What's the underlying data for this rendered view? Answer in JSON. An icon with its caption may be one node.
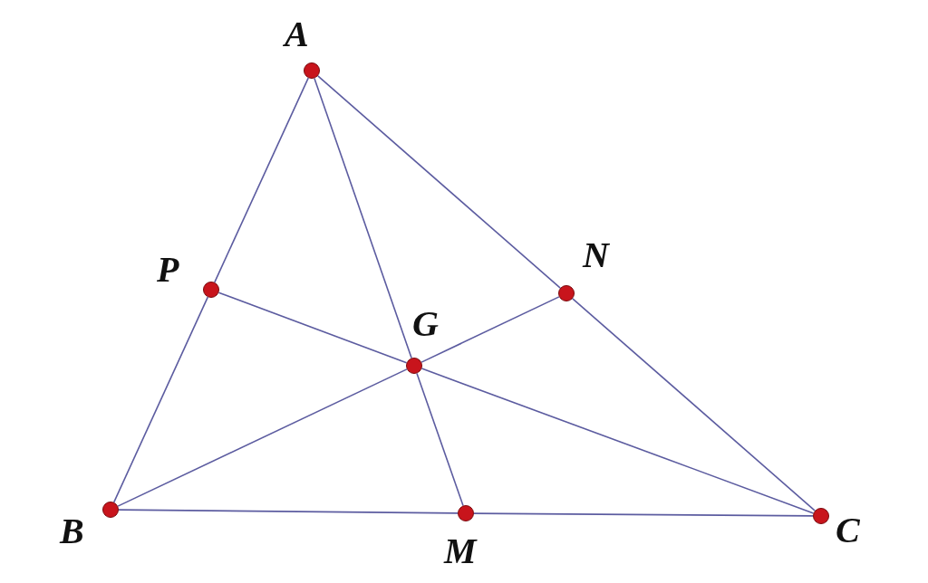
{
  "diagram": {
    "nodes": [
      {
        "text": [
          "A"
        ]
      },
      {
        "text": [
          "P"
        ]
      },
      {
        "text": [
          "N"
        ]
      },
      {
        "text": [
          "G"
        ]
      },
      {
        "text": [
          "B"
        ]
      },
      {
        "text": [
          "M"
        ]
      },
      {
        "text": [
          "C"
        ]
      }
    ],
    "edges": [
      {
        "from": 0,
        "to": 1,
        "arrow": "none"
      },
      {
        "from": 1,
        "to": 4,
        "arrow": "none"
      },
      {
        "from": 4,
        "to": 5,
        "arrow": "none"
      },
      {
        "from": 5,
        "to": 6,
        "arrow": "none"
      },
      {
        "from": 6,
        "to": 2,
        "arrow": "none"
      },
      {
        "from": 2,
        "to": 0,
        "arrow": "none"
      },
      {
        "from": 0,
        "to": 3,
        "arrow": "none"
      },
      {
        "from": 3,
        "to": 5,
        "arrow": "none"
      },
      {
        "from": 4,
        "to": 3,
        "arrow": "none"
      },
      {
        "from": 3,
        "to": 2,
        "arrow": "none"
      },
      {
        "from": 6,
        "to": 3,
        "arrow": "none"
      },
      {
        "from": 3,
        "to": 1,
        "arrow": "none"
      }
    ]
  }
}
